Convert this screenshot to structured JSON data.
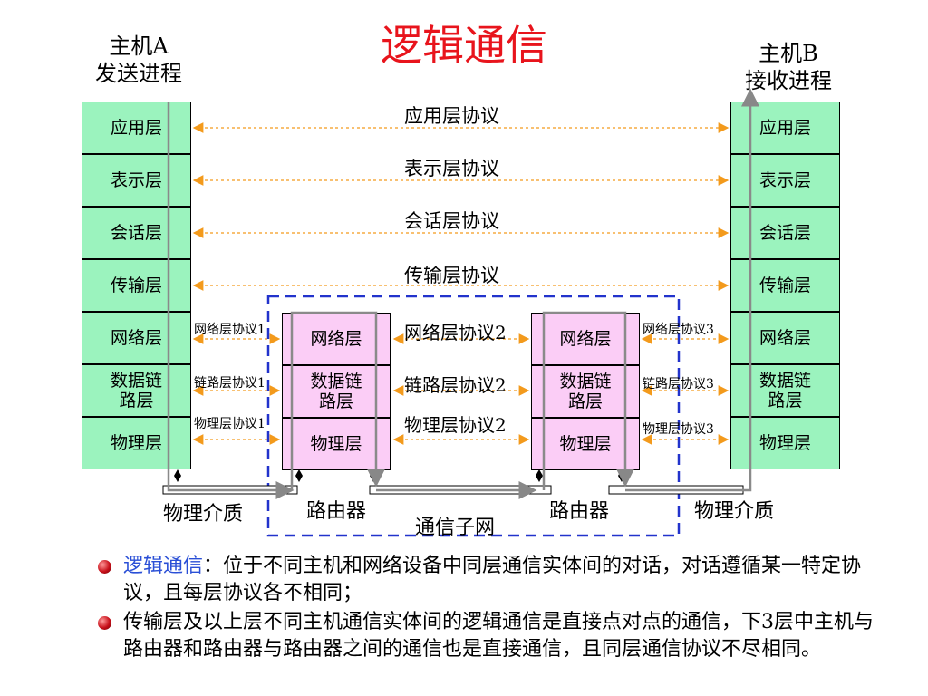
{
  "title": "逻辑通信",
  "hostA": {
    "line1": "主机A",
    "line2": "发送进程"
  },
  "hostB": {
    "line1": "主机B",
    "line2": "接收进程"
  },
  "hostLayers": [
    "应用层",
    "表示层",
    "会话层",
    "传输层",
    "网络层",
    "数据链\n路层",
    "物理层"
  ],
  "routerLayers": [
    "网络层",
    "数据链\n路层",
    "物理层"
  ],
  "upperProtocols": [
    "应用层协议",
    "表示层协议",
    "会话层协议",
    "传输层协议"
  ],
  "protocols1": [
    "网络层协议1",
    "链路层协议1",
    "物理层协议1"
  ],
  "protocols2": [
    "网络层协议2",
    "链路层协议2",
    "物理层协议2"
  ],
  "protocols3": [
    "网络层协议3",
    "链路层协议3",
    "物理层协议3"
  ],
  "bottom": {
    "mediumLeft": "物理介质",
    "router1": "路由器",
    "router2": "路由器",
    "mediumRight": "物理介质",
    "subnet": "通信子网"
  },
  "bullets": {
    "b1_term": "逻辑通信",
    "b1_text": "：位于不同主机和网络设备中同层通信实体间的对话，对话遵循某一特定协议，且每层协议各不相同；",
    "b2_text": "传输层及以上层不同主机通信实体间的逻辑通信是直接点对点的通信，下3层中主机与路由器和路由器与路由器之间的通信也是直接通信，且同层通信协议不尽相同。"
  },
  "colors": {
    "title": "#e8141c",
    "hostLayer": "#9bf3be",
    "routerLayer": "#fbcdf6",
    "arrow": "#f39a1c",
    "subnet": "#2233cc",
    "highlight": "#2a4fd6"
  }
}
